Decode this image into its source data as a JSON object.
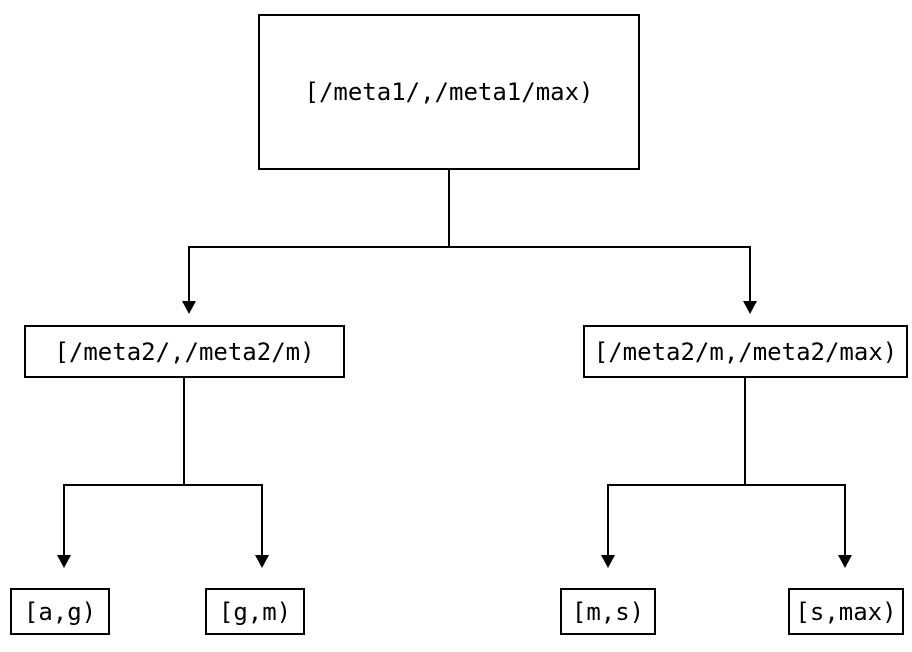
{
  "diagram": {
    "type": "tree",
    "line_color": "#000000",
    "background": "#ffffff",
    "root": {
      "label": "[/meta1/,/meta1/max)"
    },
    "level1": [
      {
        "label": "[/meta2/,/meta2/m)"
      },
      {
        "label": "[/meta2/m,/meta2/max)"
      }
    ],
    "leaves": [
      {
        "label": "[a,g)"
      },
      {
        "label": "[g,m)"
      },
      {
        "label": "[m,s)"
      },
      {
        "label": "[s,max)"
      }
    ]
  }
}
